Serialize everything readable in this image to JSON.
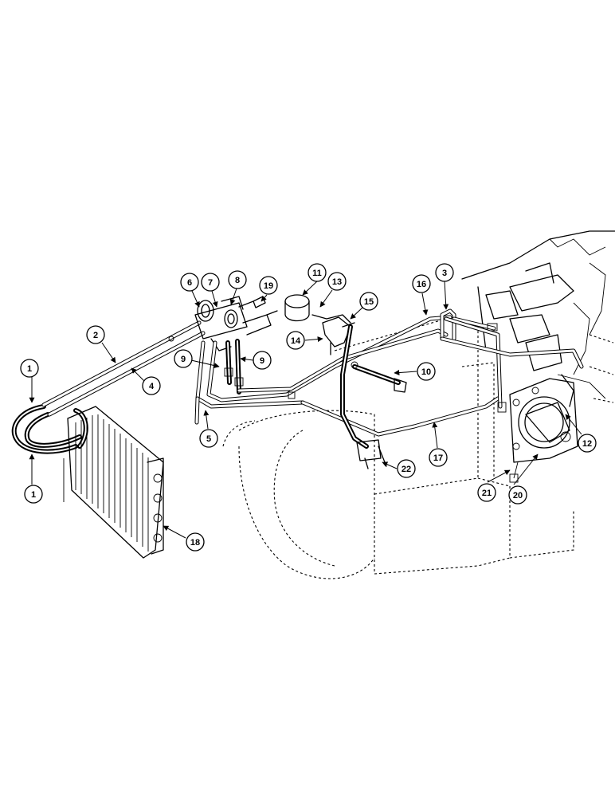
{
  "callouts": [
    {
      "label": "1"
    },
    {
      "label": "1"
    },
    {
      "label": "2"
    },
    {
      "label": "3"
    },
    {
      "label": "4"
    },
    {
      "label": "5"
    },
    {
      "label": "6"
    },
    {
      "label": "7"
    },
    {
      "label": "8"
    },
    {
      "label": "9"
    },
    {
      "label": "9"
    },
    {
      "label": "10"
    },
    {
      "label": "11"
    },
    {
      "label": "12"
    },
    {
      "label": "13"
    },
    {
      "label": "14"
    },
    {
      "label": "15"
    },
    {
      "label": "16"
    },
    {
      "label": "17"
    },
    {
      "label": "18"
    },
    {
      "label": "19"
    },
    {
      "label": "20"
    },
    {
      "label": "21"
    },
    {
      "label": "22"
    }
  ]
}
